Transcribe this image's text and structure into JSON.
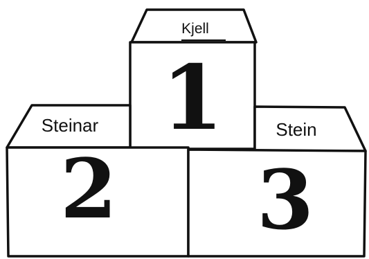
{
  "podium": {
    "first": {
      "rank": "1",
      "name": "Kjell"
    },
    "second": {
      "rank": "2",
      "name": "Steinar"
    },
    "third": {
      "rank": "3",
      "name": "Stein"
    }
  },
  "colors": {
    "outline": "#111111",
    "background": "#ffffff"
  }
}
